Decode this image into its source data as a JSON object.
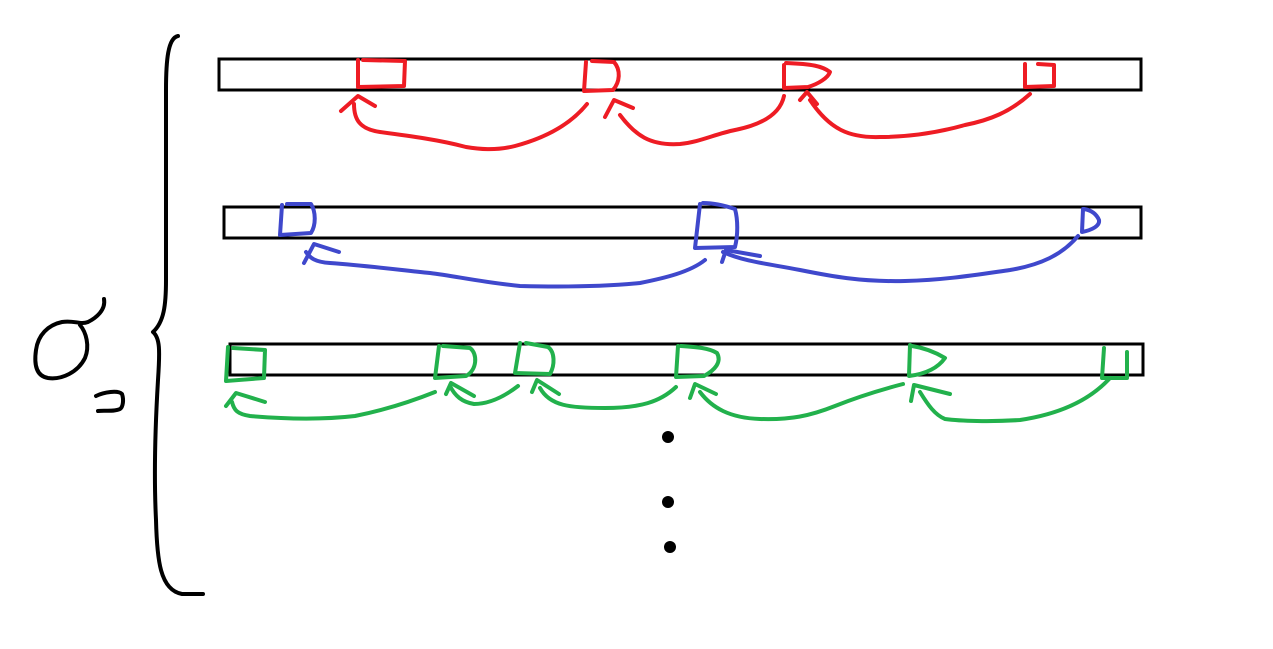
{
  "colors": {
    "row_1": "#ee1c24",
    "row_2": "#3f48cc",
    "row_3": "#22b14c",
    "ink": "#000000"
  },
  "rows": [
    {
      "name": "red-row",
      "color": "#ee1c24",
      "markers": 4,
      "arrows": 3
    },
    {
      "name": "blue-row",
      "color": "#3f48cc",
      "markers": 3,
      "arrows": 2
    },
    {
      "name": "green-row",
      "color": "#22b14c",
      "markers": 6,
      "arrows": 5
    }
  ],
  "ellipsis": "vertical-dots",
  "left_symbol": "sigma-subscript-j-handwritten"
}
